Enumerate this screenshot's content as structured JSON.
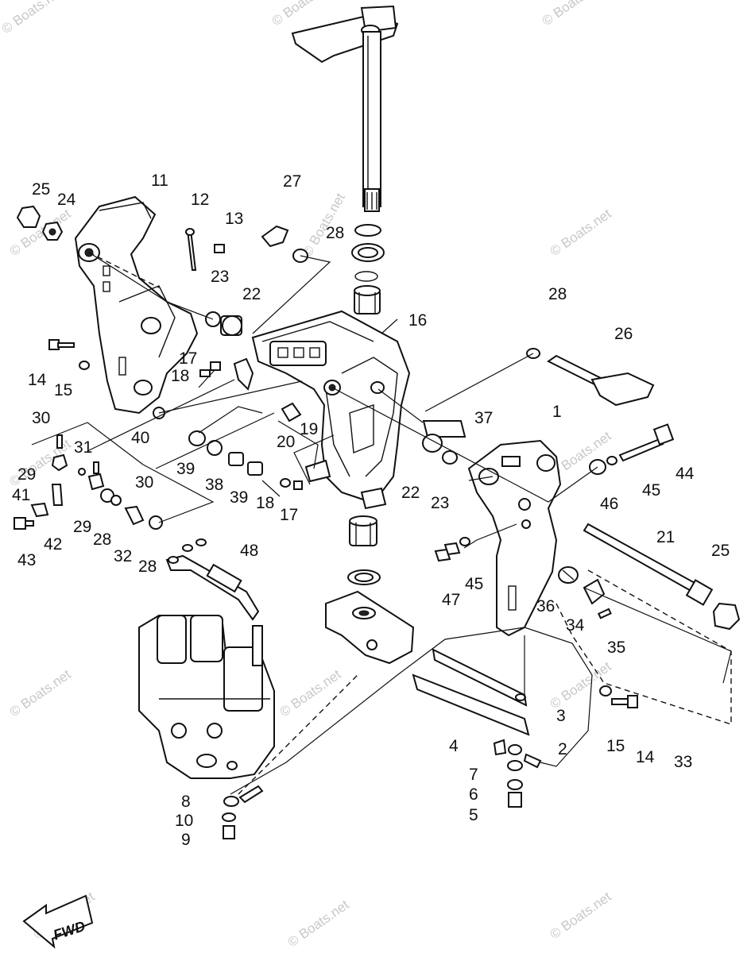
{
  "diagram": {
    "callouts": [
      "1",
      "2",
      "3",
      "4",
      "5",
      "6",
      "7",
      "8",
      "9",
      "10",
      "11",
      "12",
      "13",
      "14",
      "14",
      "15",
      "15",
      "16",
      "17",
      "17",
      "18",
      "18",
      "19",
      "20",
      "21",
      "22",
      "22",
      "23",
      "23",
      "24",
      "25",
      "25",
      "26",
      "27",
      "28",
      "28",
      "28",
      "28",
      "29",
      "29",
      "30",
      "30",
      "31",
      "32",
      "33",
      "34",
      "35",
      "36",
      "37",
      "38",
      "39",
      "39",
      "40",
      "41",
      "42",
      "43",
      "44",
      "45",
      "45",
      "46",
      "47",
      "48"
    ],
    "watermark": "© Boats.net",
    "fwd_label": "FWD"
  }
}
